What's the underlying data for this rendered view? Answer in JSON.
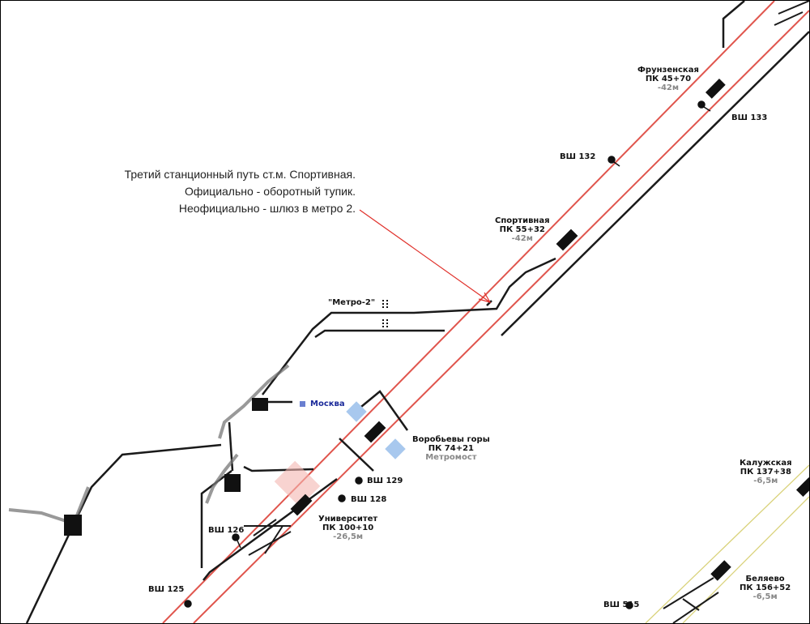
{
  "annotation": {
    "line1": "Третий станционный путь ст.м. Спортивная.",
    "line2": "Официально - оборотный тупик.",
    "line3": "Неофициально - шлюз в метро 2."
  },
  "stations": {
    "frunzenskaya": {
      "name": "Фрунзенская",
      "pk": "ПК 45+70",
      "depth": "-42м"
    },
    "sportivnaya": {
      "name": "Спортивная",
      "pk": "ПК 55+32",
      "depth": "-42м"
    },
    "vorobyovy": {
      "name": "Воробьевы горы",
      "pk": "ПК 74+21",
      "note": "Метромост"
    },
    "universitet": {
      "name": "Университет",
      "pk": "ПК 100+10",
      "depth": "-26,5м"
    },
    "kaluzhskaya": {
      "name": "Калужская",
      "pk": "ПК 137+38",
      "depth": "-6,5м"
    },
    "belyaevo": {
      "name": "Беляево",
      "pk": "ПК 156+52",
      "depth": "-6,5м"
    }
  },
  "labels": {
    "metro2": "\"Метро-2\"",
    "moskva": "Москва"
  },
  "shafts": [
    "ВШ 133",
    "ВШ 132",
    "ВШ 129",
    "ВШ 128",
    "ВШ 126",
    "ВШ 125",
    "ВШ 515"
  ],
  "colors": {
    "main_line": "#e0554d",
    "metro2_line": "#1a1a1a",
    "kaluzhskaya_line": "#d9d27a",
    "river": "#a8c8ee",
    "moskva_marker": "#6a7fd0",
    "moskva_text": "#1b2a9a"
  }
}
